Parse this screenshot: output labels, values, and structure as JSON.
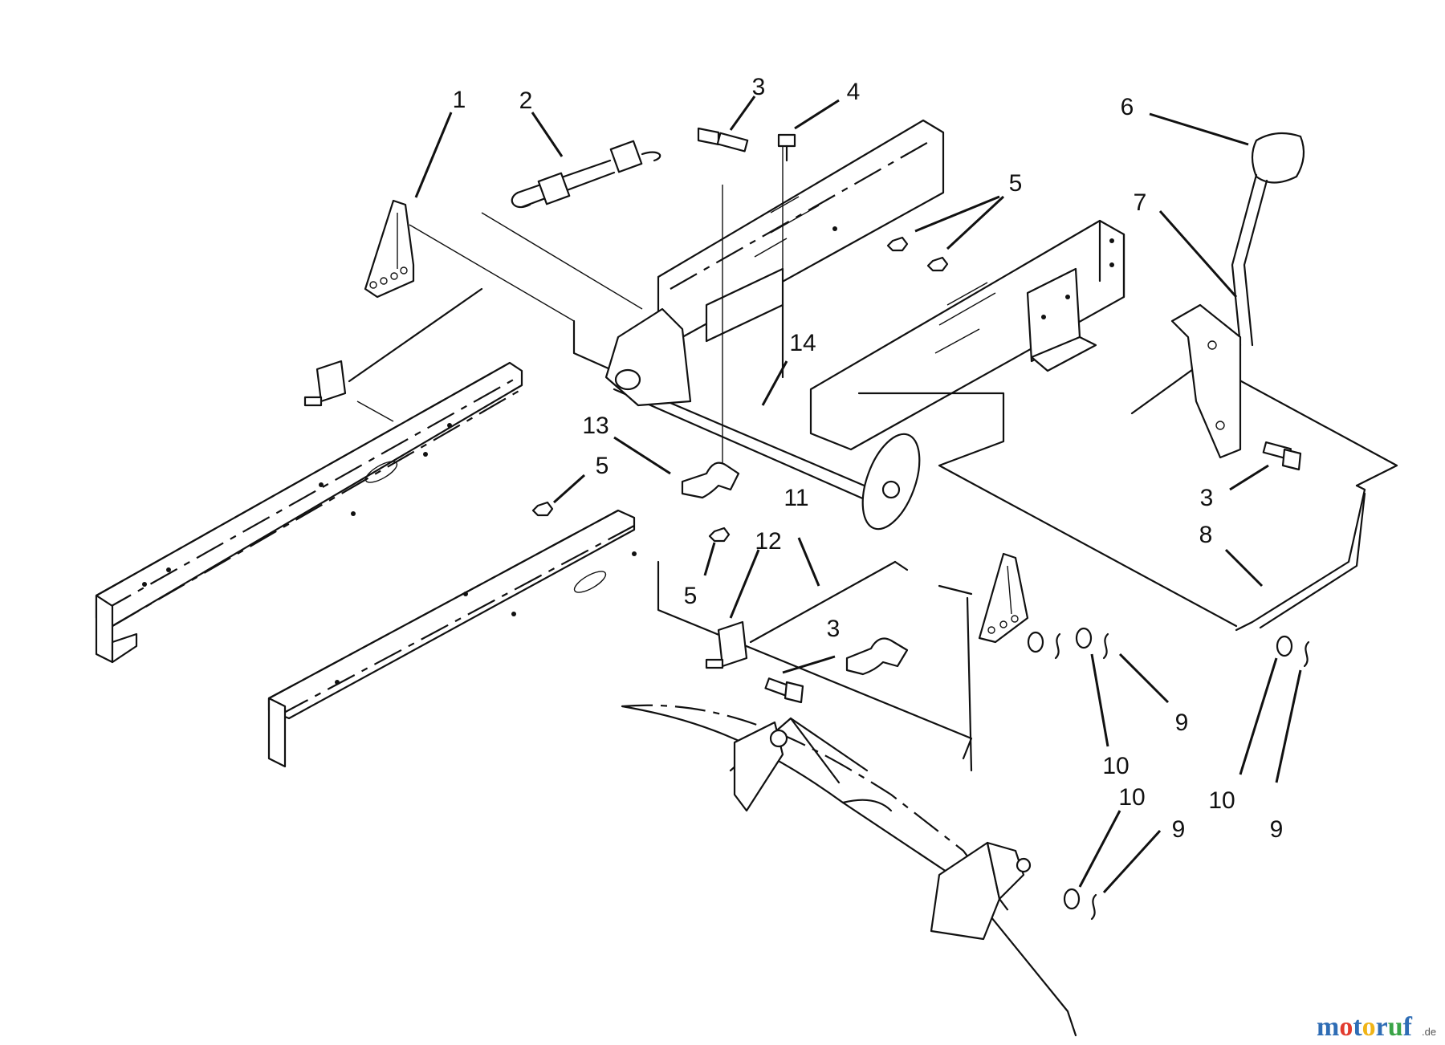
{
  "callouts": {
    "c1": "1",
    "c2": "2",
    "c3a": "3",
    "c4": "4",
    "c5a": "5",
    "c6": "6",
    "c7": "7",
    "c14": "14",
    "c13": "13",
    "c5b": "5",
    "c11": "11",
    "c5c": "5",
    "c12": "12",
    "c3b": "3",
    "c3c": "3",
    "c8": "8",
    "c9a": "9",
    "c10a": "10",
    "c10b": "10",
    "c9b": "9",
    "c10c": "10",
    "c9c": "9"
  },
  "watermark": {
    "brand": "motoruf",
    "suffix": ".de"
  }
}
